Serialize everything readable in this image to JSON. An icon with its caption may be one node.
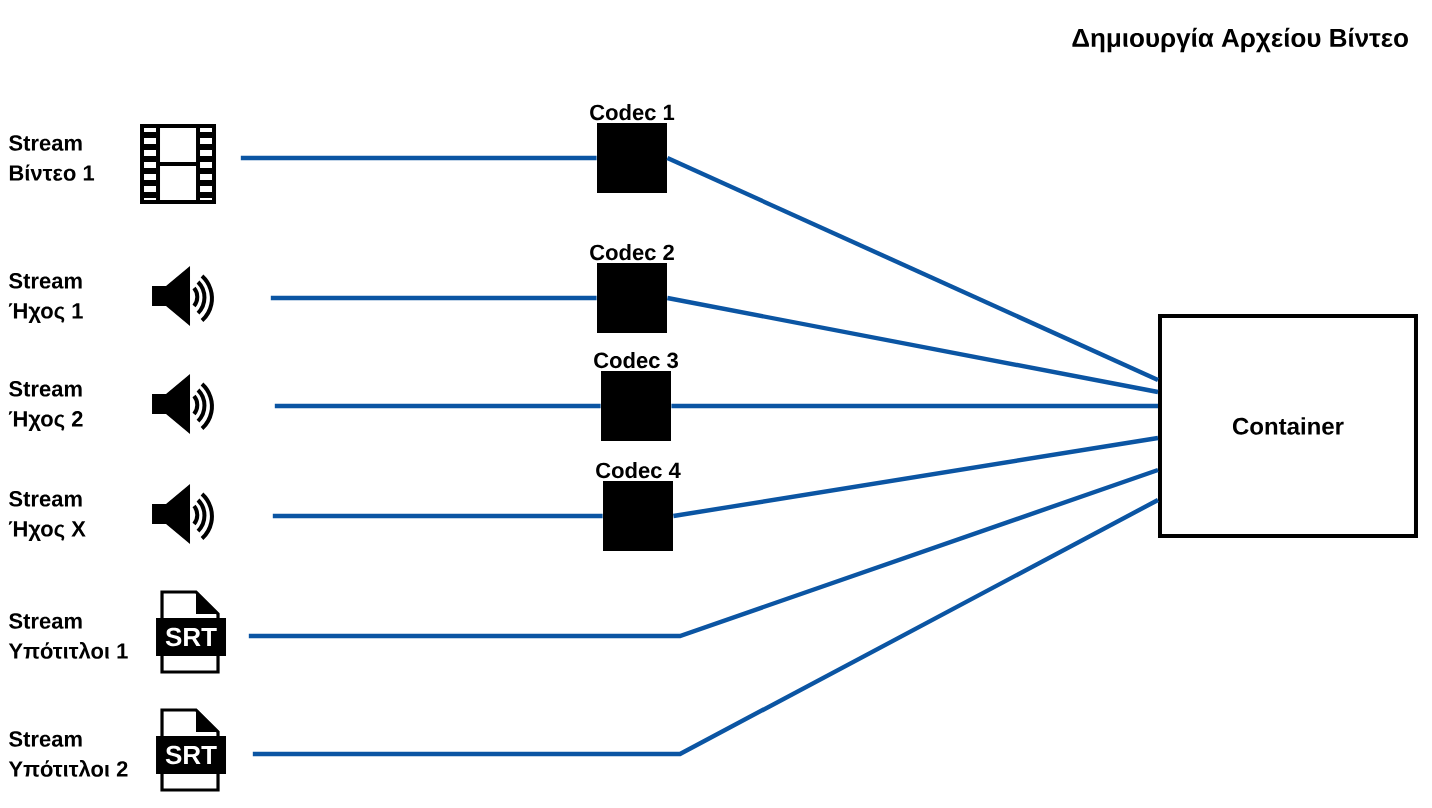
{
  "diagram": {
    "title": "Δημιουργία Αρχείου Βίντεο",
    "nodes": [
      {
        "text": [
          "Stream Βίντεο 1"
        ]
      },
      {
        "text": [
          "Stream Ήχος 1"
        ]
      },
      {
        "text": [
          "Stream Ήχος 2"
        ]
      },
      {
        "text": [
          "Stream Ήχος X"
        ]
      },
      {
        "text": [
          "Stream Υπότιτλοι 1"
        ]
      },
      {
        "text": [
          "Stream Υπότιτλοι 2"
        ]
      },
      {
        "text": [
          "Codec 1"
        ]
      },
      {
        "text": [
          "Codec 2"
        ]
      },
      {
        "text": [
          "Codec 3"
        ]
      },
      {
        "text": [
          "Codec 4"
        ]
      },
      {
        "text": [
          "Container"
        ]
      }
    ],
    "edges": [
      {
        "from": 0,
        "to": 6,
        "arrow": "none"
      },
      {
        "from": 1,
        "to": 7,
        "arrow": "none"
      },
      {
        "from": 2,
        "to": 8,
        "arrow": "none"
      },
      {
        "from": 3,
        "to": 9,
        "arrow": "none"
      },
      {
        "from": 6,
        "to": 10,
        "arrow": "none"
      },
      {
        "from": 7,
        "to": 10,
        "arrow": "none"
      },
      {
        "from": 8,
        "to": 10,
        "arrow": "none"
      },
      {
        "from": 9,
        "to": 10,
        "arrow": "none"
      },
      {
        "from": 4,
        "to": 10,
        "arrow": "none"
      },
      {
        "from": 5,
        "to": 10,
        "arrow": "none"
      }
    ],
    "labels": [
      "SRT",
      "SRT"
    ]
  }
}
